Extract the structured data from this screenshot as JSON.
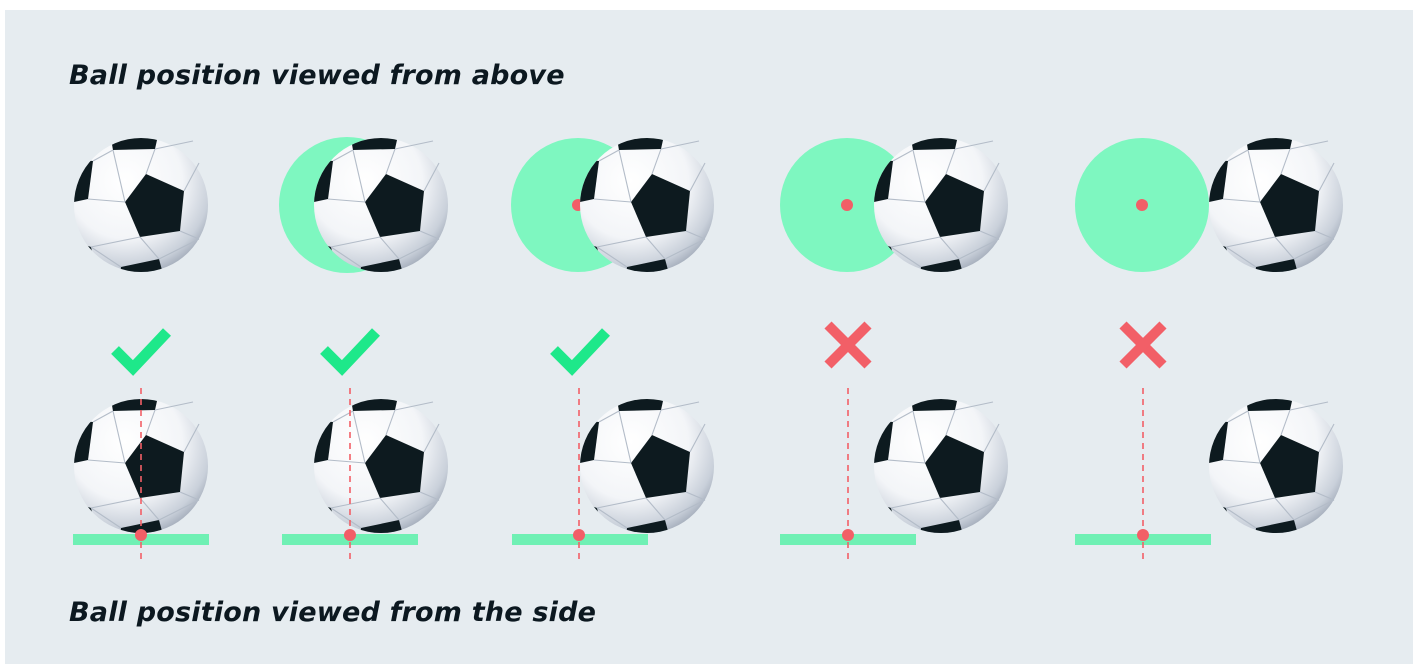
{
  "headings": {
    "top": "Ball position viewed from above",
    "bottom": "Ball position viewed from the side"
  },
  "colors": {
    "background": "#e6ecf0",
    "zone": "#7ef7c0",
    "line": "#6ff0b4",
    "marker": "#f25f67",
    "check": "#1ee88a",
    "cross": "#f25f67",
    "ball_white": "#ffffff",
    "ball_black": "#0d1a1f"
  },
  "columns": [
    {
      "verdict": "valid",
      "icon": "check-icon"
    },
    {
      "verdict": "valid",
      "icon": "check-icon"
    },
    {
      "verdict": "valid",
      "icon": "check-icon"
    },
    {
      "verdict": "invalid",
      "icon": "cross-icon"
    },
    {
      "verdict": "invalid",
      "icon": "cross-icon"
    }
  ]
}
